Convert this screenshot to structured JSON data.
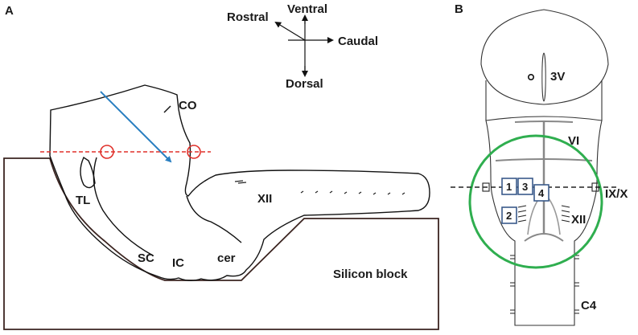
{
  "panel_a": {
    "label": "A",
    "orientation": {
      "up": "Ventral",
      "down": "Dorsal",
      "left_up": "Rostral",
      "right": "Caudal"
    },
    "structures": {
      "co": "CO",
      "tl": "TL",
      "sc": "SC",
      "ic": "IC",
      "cer": "cer",
      "xii": "XII",
      "block": "Silicon block"
    }
  },
  "panel_b": {
    "label": "B",
    "structures": {
      "third_ventricle": "3V",
      "vi": "VI",
      "ix_x": "IX/X",
      "xii": "XII",
      "c4": "C4"
    },
    "recording_sites": [
      "1",
      "2",
      "3",
      "4"
    ]
  },
  "colors": {
    "cut_line": "#e0302a",
    "cut_marker": "#e0302a",
    "electrode_arrow": "#2a7fc1",
    "recording_circle": "#2fae4f",
    "site_box": "#3a5a8a",
    "block_outline": "#3b2420",
    "section_line": "#222222"
  }
}
